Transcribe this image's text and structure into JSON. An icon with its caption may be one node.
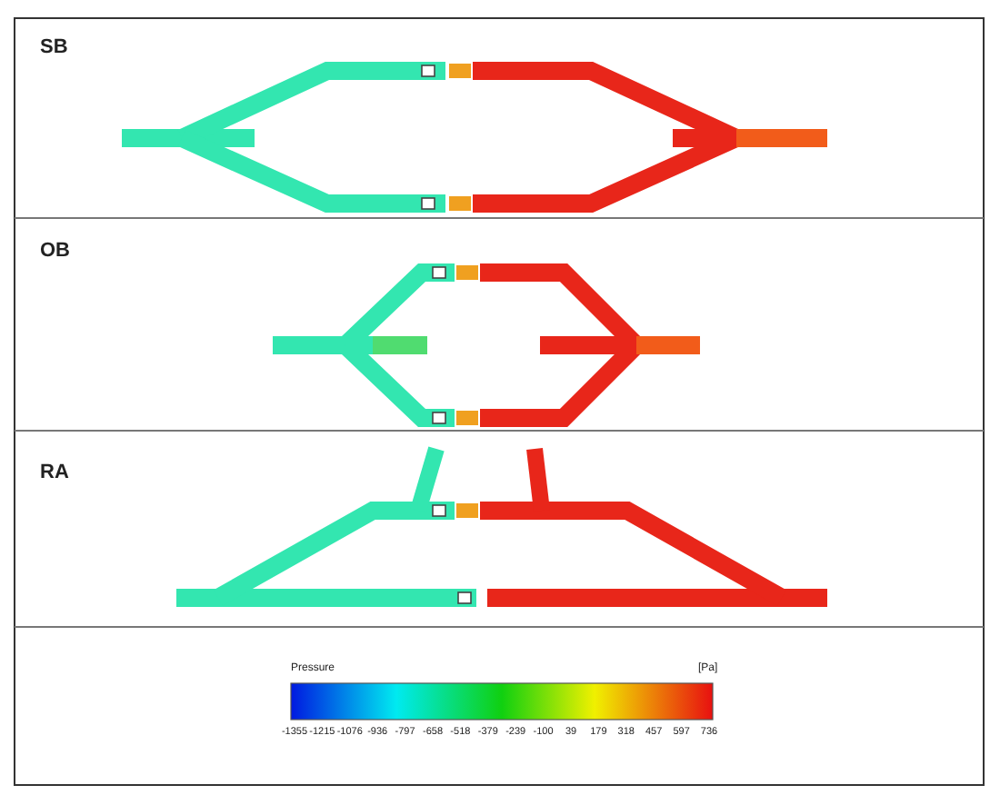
{
  "diagram": {
    "labels": [
      "SB",
      "OB",
      "RA",
      "Pressure",
      "[Pa]",
      "-1355",
      "-1215",
      "-1076",
      "-936",
      "-797",
      "-658",
      "-518",
      "-379",
      "-239",
      "-100",
      "39",
      "179",
      "318",
      "457",
      "597",
      "736"
    ]
  }
}
